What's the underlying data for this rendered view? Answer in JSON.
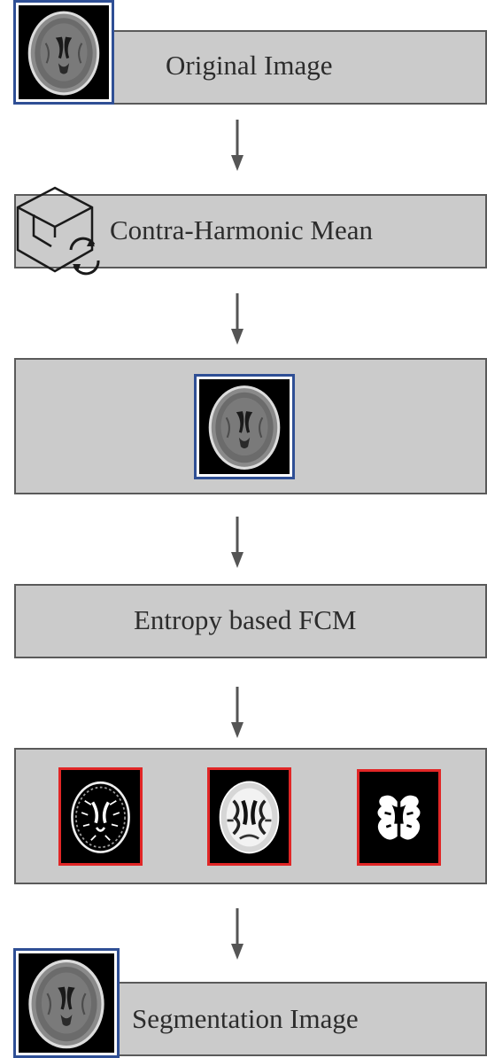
{
  "steps": {
    "original": "Original Image",
    "filter": "Contra-Harmonic Mean",
    "clustering": "Entropy based FCM",
    "output": "Segmentation Image"
  },
  "icons": {
    "mri_scan": "brain-mri-icon",
    "filter": "cube-refresh-icon",
    "segment": "brain-segment-icon"
  },
  "colors": {
    "box_fill": "#cbcbcb",
    "box_border": "#5a5a5a",
    "thumb_frame_blue": "#2f4f95",
    "thumb_frame_red": "#e12626",
    "arrow": "#555555"
  }
}
